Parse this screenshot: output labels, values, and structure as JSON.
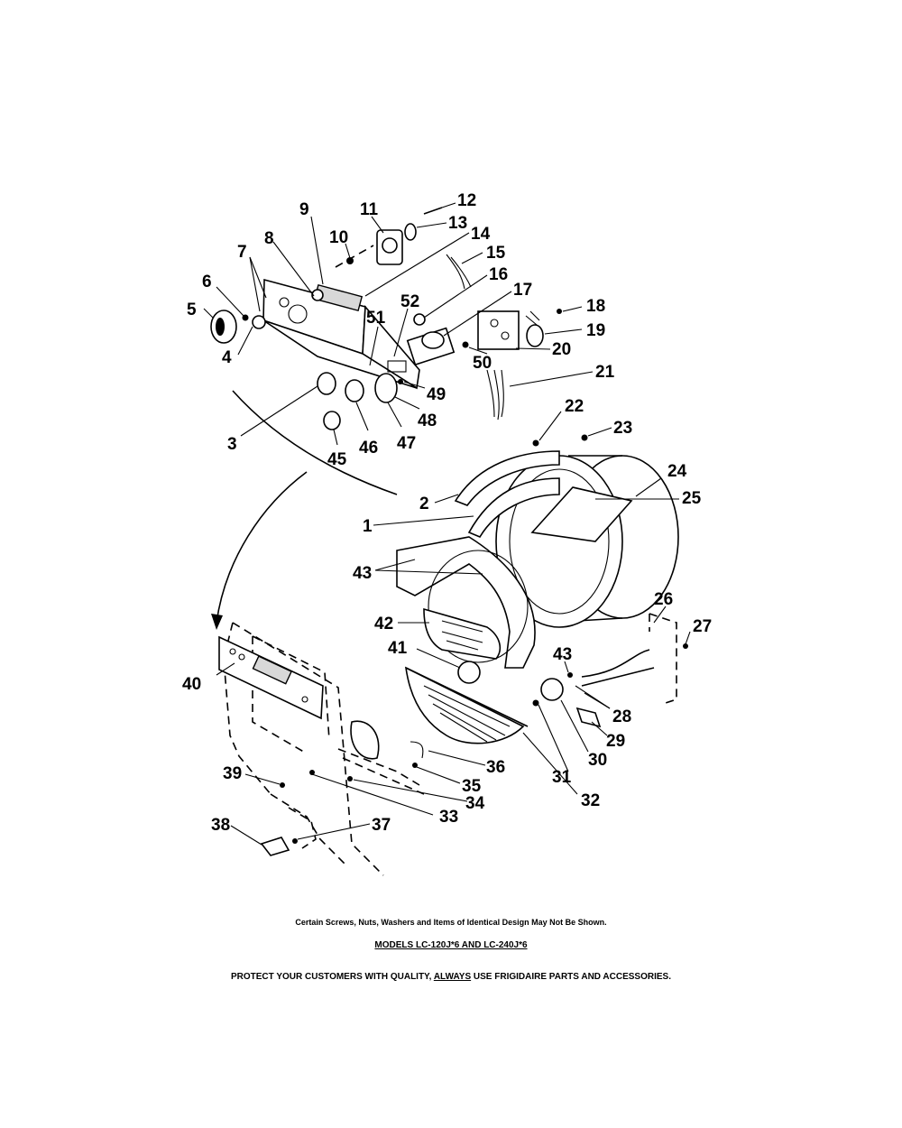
{
  "labels": {
    "1": "1",
    "2": "2",
    "3": "3",
    "4": "4",
    "5": "5",
    "6": "6",
    "7": "7",
    "8": "8",
    "9": "9",
    "10": "10",
    "11": "11",
    "12": "12",
    "13": "13",
    "14": "14",
    "15": "15",
    "16": "16",
    "17": "17",
    "18": "18",
    "19": "19",
    "20": "20",
    "21": "21",
    "22": "22",
    "23": "23",
    "24": "24",
    "25": "25",
    "26": "26",
    "27": "27",
    "28": "28",
    "29": "29",
    "30": "30",
    "31": "31",
    "32": "32",
    "33": "33",
    "34": "34",
    "35": "35",
    "36": "36",
    "37": "37",
    "38": "38",
    "39": "39",
    "40": "40",
    "41": "41",
    "42": "42",
    "43": "43",
    "45": "45",
    "46": "46",
    "47": "47",
    "48": "48",
    "49": "49",
    "50": "50",
    "51": "51",
    "52": "52"
  },
  "footer": {
    "note": "Certain Screws, Nuts, Washers and Items of Identical Design May Not Be Shown.",
    "models": "MODELS LC-120J*6 AND LC-240J*6",
    "protect_pre": "PROTECT YOUR CUSTOMERS WITH QUALITY, ",
    "protect_always": "ALWAYS",
    "protect_post": " USE FRIGIDAIRE PARTS AND ACCESSORIES."
  }
}
